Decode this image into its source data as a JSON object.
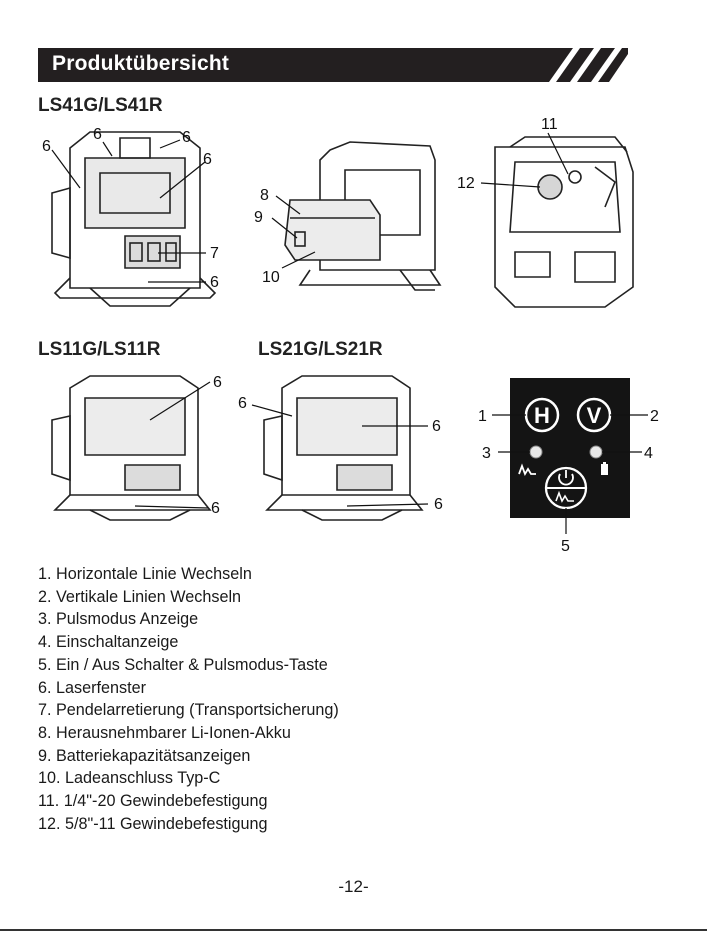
{
  "section_title": "Produktübersicht",
  "models": {
    "ls41": "LS41G/LS41R",
    "ls11": "LS11G/LS11R",
    "ls21": "LS21G/LS21R"
  },
  "callouts": {
    "n1": "1",
    "n2": "2",
    "n3": "3",
    "n4": "4",
    "n5": "5",
    "n6": "6",
    "n7": "7",
    "n8": "8",
    "n9": "9",
    "n10": "10",
    "n11": "11",
    "n12": "12"
  },
  "panel_buttons": {
    "horizontal": "H",
    "vertical": "V"
  },
  "parts_list": [
    "1. Horizontale Linie Wechseln",
    "2. Vertikale Linien Wechseln",
    "3. Pulsmodus Anzeige",
    "4. Einschaltanzeige",
    "5. Ein / Aus Schalter & Pulsmodus-Taste",
    "6. Laserfenster",
    "7. Pendelarretierung (Transportsicherung)",
    "8. Herausnehmbarer Li-Ionen-Akku",
    "9. Batteriekapazitätsanzeigen",
    "10. Ladeanschluss Typ-C",
    "11. 1/4\"-20 Gewindebefestigung",
    "12. 5/8\"-11 Gewindebefestigung"
  ],
  "page_number": "-12-"
}
